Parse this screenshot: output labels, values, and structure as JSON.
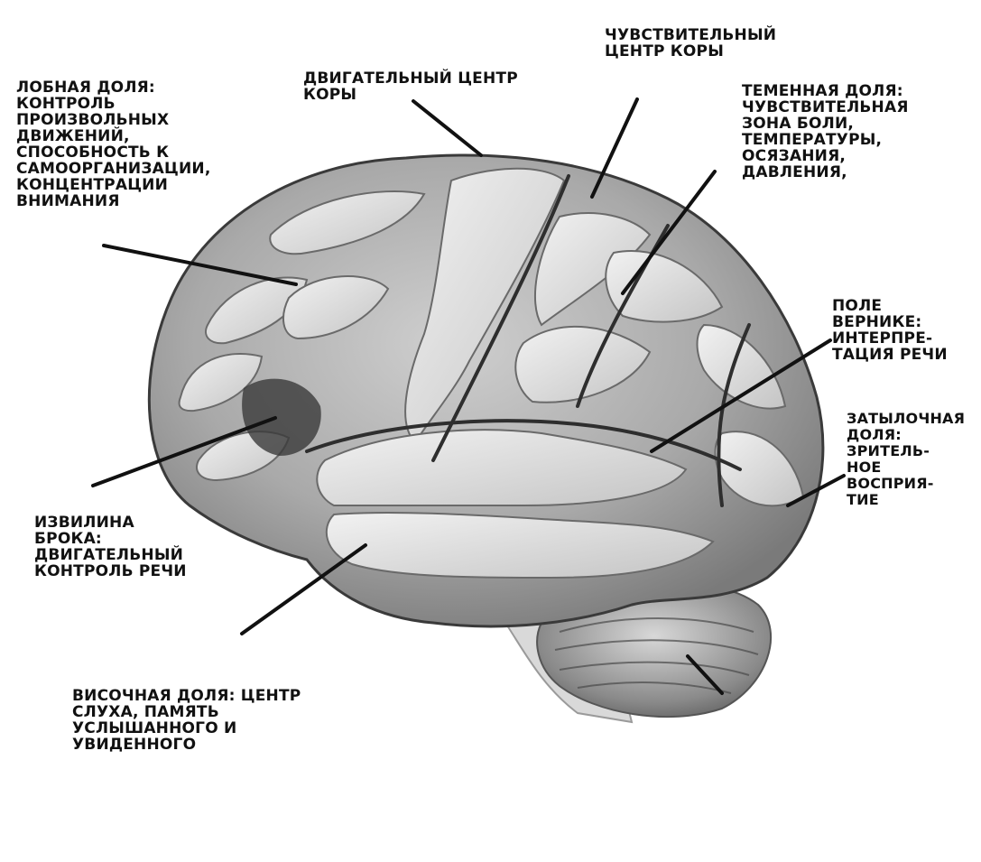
{
  "colors": {
    "background": "#ffffff",
    "text": "#111111",
    "pointer": "#111111",
    "cortex_light": "#e6e6e6",
    "cortex_mid": "#bdbdbd",
    "cortex_dark": "#6a6a6a",
    "sulcus": "#3a3a3a"
  },
  "labels": {
    "frontal": "ЛОБНАЯ ДОЛЯ:\nКОНТРОЛЬ\nПРОИЗВОЛЬНЫХ\nДВИЖЕНИЙ,\nСПОСОБНОСТЬ К\nСАМООРГАНИЗАЦИИ,\nКОНЦЕНТРАЦИИ\nВНИМАНИЯ",
    "motor": "ДВИГАТЕЛЬНЫЙ ЦЕНТР\nКОРЫ",
    "sensory": "ЧУВСТВИТЕЛЬНЫЙ\nЦЕНТР КОРЫ",
    "parietal": "ТЕМЕННАЯ ДОЛЯ:\nЧУВСТВИТЕЛЬНАЯ\nЗОНА БОЛИ,\nТЕМПЕРАТУРЫ,\nОСЯЗАНИЯ,\nДАВЛЕНИЯ,",
    "wernicke": "ПОЛЕ\nВЕРНИКЕ:\nИНТЕРПРЕ-\nТАЦИЯ РЕЧИ",
    "occipital": "ЗАТЫЛОЧНАЯ\nДОЛЯ:\nЗРИТЕЛЬ-\nНОЕ\nВОСПРИЯ-\nТИЕ",
    "broca": "ИЗВИЛИНА\nБРОКА:\nДВИГАТЕЛЬНЫЙ\nКОНТРОЛЬ РЕЧИ",
    "temporal": "ВИСОЧНАЯ ДОЛЯ: ЦЕНТР\nСЛУХА, ПАМЯТЬ\nУСЛЫШАННОГО И\nУВИДЕННОГО"
  }
}
